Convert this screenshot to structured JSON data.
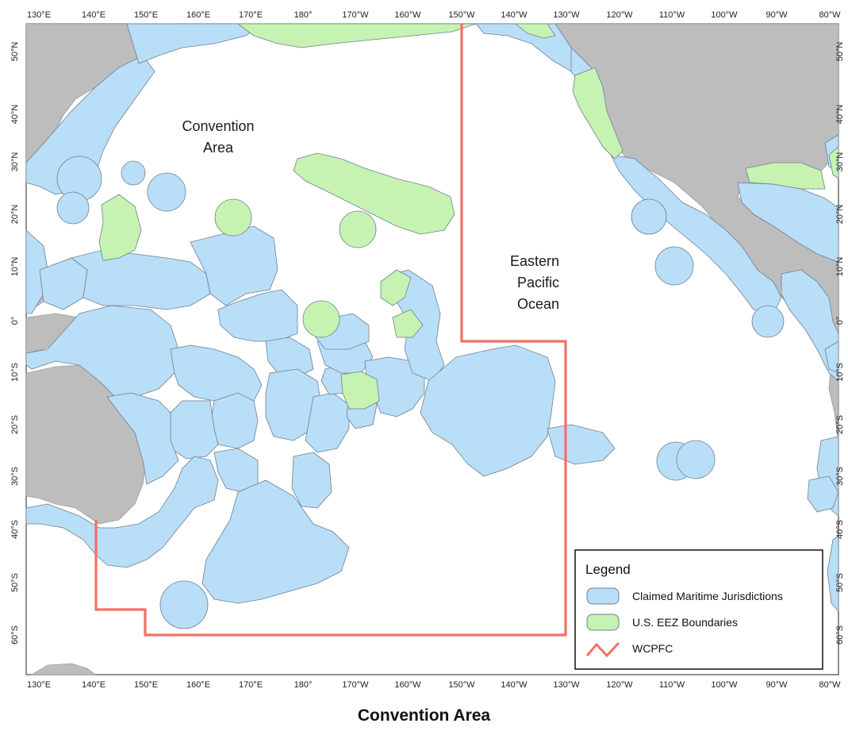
{
  "caption": "Convention Area",
  "top_ticks": [
    "130°E",
    "140°E",
    "150°E",
    "160°E",
    "170°E",
    "180°",
    "170°W",
    "160°W",
    "150°W",
    "140°W",
    "130°W",
    "120°W",
    "110°W",
    "100°W",
    "90°W",
    "80°W"
  ],
  "bottom_ticks": [
    "130°E",
    "140°E",
    "150°E",
    "160°E",
    "170°E",
    "180°",
    "170°W",
    "160°W",
    "150°W",
    "140°W",
    "130°W",
    "120°W",
    "110°W",
    "100°W",
    "90°W",
    "80°W"
  ],
  "lat_ticks": [
    "50°N",
    "40°N",
    "30°N",
    "20°N",
    "10°N",
    "0°",
    "10°S",
    "20°S",
    "30°S",
    "40°S",
    "50°S",
    "60°S"
  ],
  "labels": {
    "convention_area": [
      "Convention",
      "Area"
    ],
    "eastern_pacific": [
      "Eastern",
      "Pacific",
      "Ocean"
    ]
  },
  "legend": {
    "title": "Legend",
    "items": [
      {
        "label": "Claimed Maritime Jurisdictions",
        "swatch": "#b9def7"
      },
      {
        "label": "U.S. EEZ Boundaries",
        "swatch": "#c6f3b1"
      },
      {
        "label": "WCPFC",
        "swatch": "#f07167"
      }
    ]
  },
  "colors": {
    "land": "#bdbdbd",
    "jurisdiction": "#b9def7",
    "us_eez": "#c6f3b1",
    "wcpfc_line": "#f07167",
    "ocean": "#ffffff"
  }
}
